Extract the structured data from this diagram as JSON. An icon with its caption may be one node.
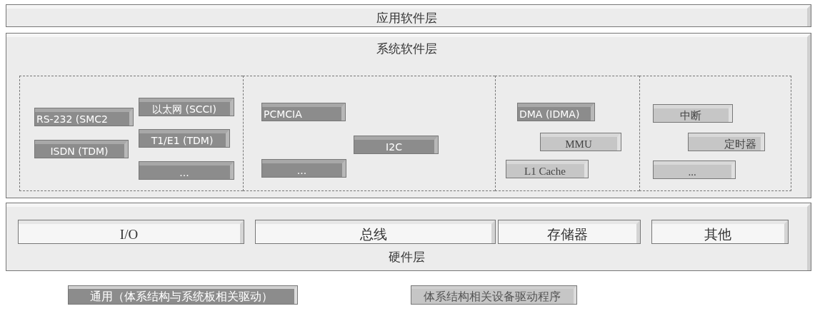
{
  "diagram": {
    "nodes": [
      {
        "text": [
          "应用软件层"
        ]
      },
      {
        "text": [
          "系统软件层"
        ]
      },
      {
        "text": [],
        "shape": "box",
        "in": 1
      },
      {
        "text": [],
        "shape": "box",
        "in": 1
      },
      {
        "text": [],
        "shape": "box",
        "in": 1
      },
      {
        "text": [],
        "shape": "box",
        "in": 1
      },
      {
        "text": [
          "以太网 (SCCI)"
        ],
        "in": 2
      },
      {
        "text": [
          "RS-232 (SMC2"
        ],
        "in": 2
      },
      {
        "text": [
          "T1/E1 (TDM)"
        ],
        "in": 2
      },
      {
        "text": [
          "ISDN (TDM)"
        ],
        "in": 2
      },
      {
        "text": [
          "..."
        ],
        "in": 2
      },
      {
        "text": [
          "PCMCIA"
        ],
        "in": 3
      },
      {
        "text": [
          "I2C"
        ],
        "in": 3
      },
      {
        "text": [
          "..."
        ],
        "in": 3
      },
      {
        "text": [
          "DMA (IDMA)"
        ],
        "in": 4
      },
      {
        "text": [
          "MMU"
        ],
        "in": 4
      },
      {
        "text": [
          "L1 Cache"
        ],
        "in": 4
      },
      {
        "text": [
          "中断"
        ],
        "in": 5
      },
      {
        "text": [
          "定时器"
        ],
        "in": 5
      },
      {
        "text": [
          "..."
        ],
        "in": 5
      },
      {
        "text": [
          "硬件层"
        ]
      },
      {
        "text": [
          "I/O"
        ],
        "in": 20
      },
      {
        "text": [
          "总线"
        ],
        "in": 20
      },
      {
        "text": [
          "存储器"
        ],
        "in": 20
      },
      {
        "text": [
          "其他"
        ],
        "in": 20
      }
    ],
    "legend": [
      {
        "text": "通用（体系结构与系统板相关驱动）",
        "color": "#8c8c8c"
      },
      {
        "text": "体系结构相关设备驱动程序",
        "color": "#c6c6c6"
      }
    ]
  }
}
